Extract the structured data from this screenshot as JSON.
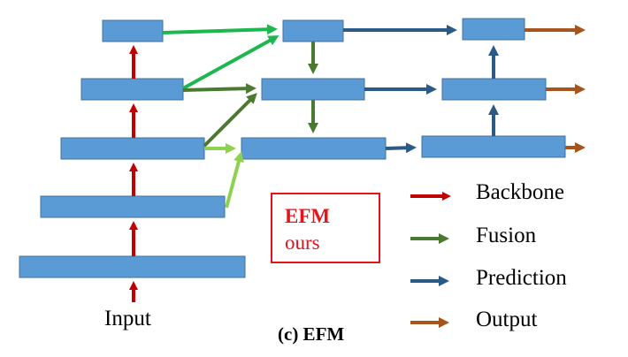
{
  "labels": {
    "input": "Input",
    "caption": "(c) EFM",
    "efm_title": "EFM",
    "efm_subtitle": "ours"
  },
  "legend": [
    {
      "key": "backbone",
      "label": "Backbone",
      "color": "#c00000"
    },
    {
      "key": "fusion",
      "label": "Fusion",
      "color": "#4a7a2f"
    },
    {
      "key": "prediction",
      "label": "Prediction",
      "color": "#2b5a86"
    },
    {
      "key": "output",
      "label": "Output",
      "color": "#a4541c"
    }
  ],
  "colors": {
    "block_fill": "#5b9bd5",
    "block_stroke": "#41719c",
    "fusion_light": "#8ed14f",
    "fusion_medium": "#1cb84f",
    "highlight_red": "#e8121b"
  }
}
